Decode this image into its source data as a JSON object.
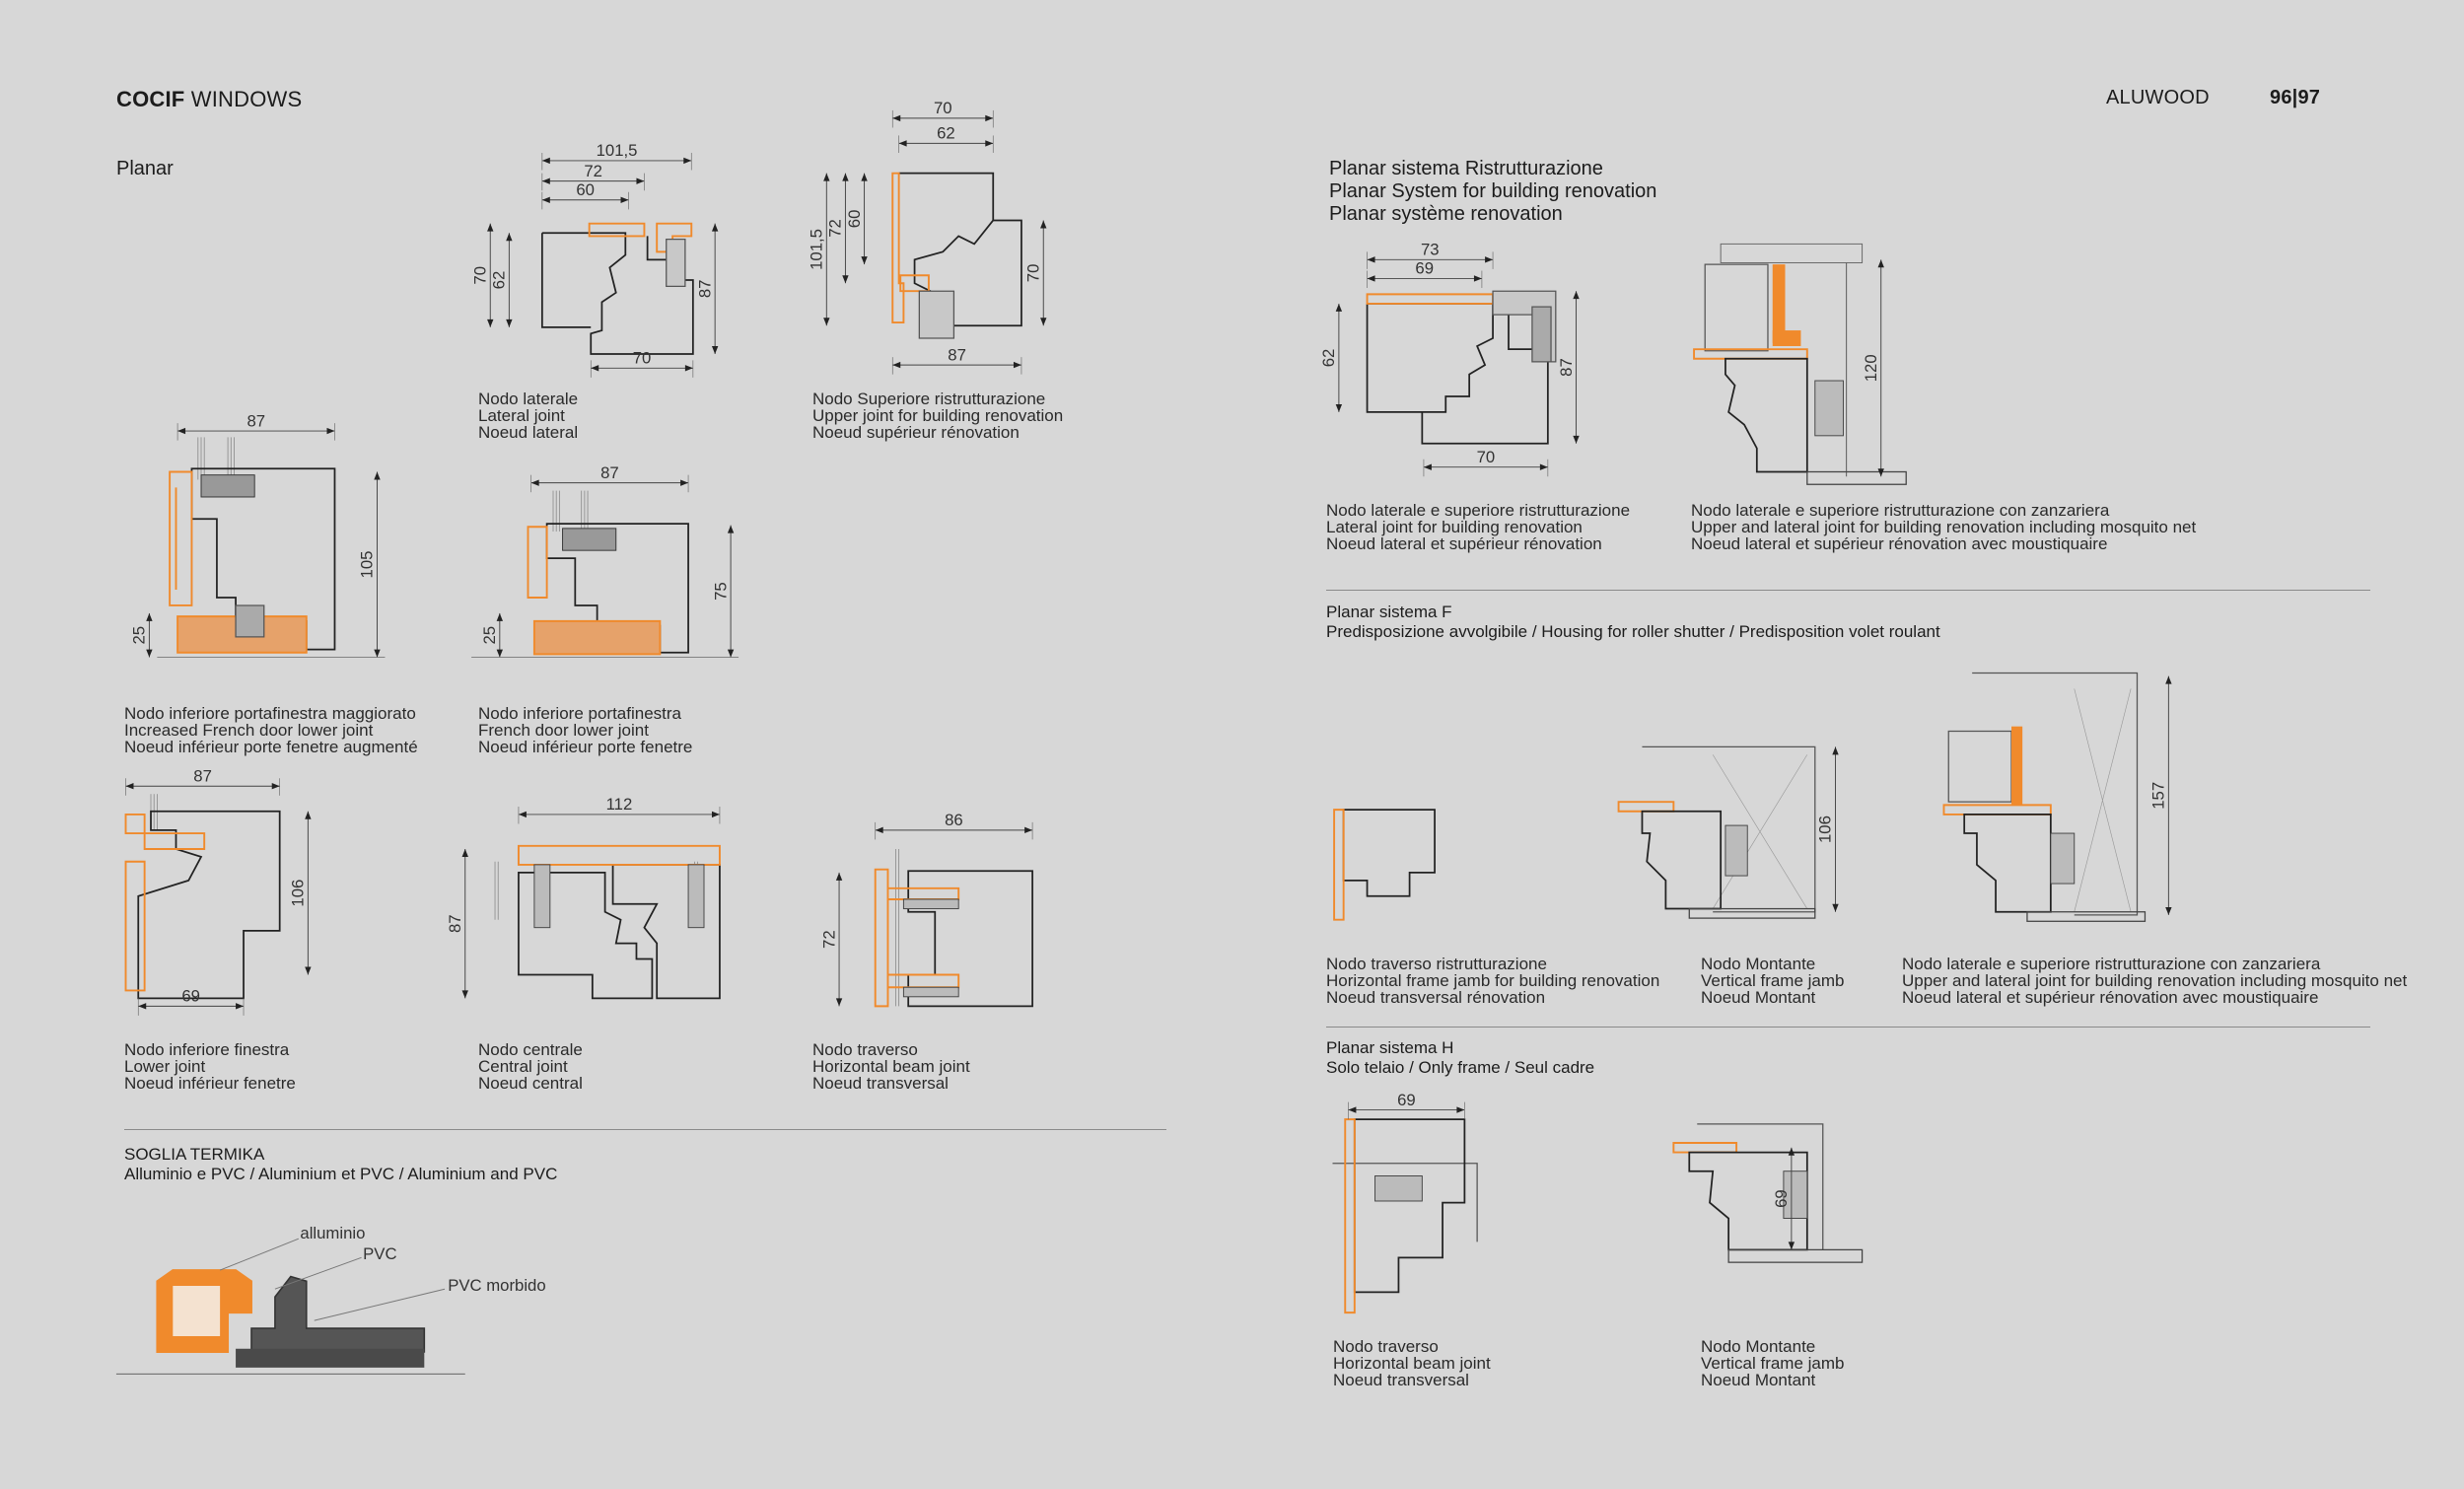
{
  "header": {
    "brand_bold": "COCIF",
    "brand_light": "WINDOWS",
    "collection": "ALUWOOD",
    "pages": "96|97"
  },
  "left": {
    "section_title": "Planar",
    "drawings": {
      "nodo_laterale": {
        "caption": [
          "Nodo laterale",
          "Lateral joint",
          "Noeud lateral"
        ],
        "dims": [
          "101,5",
          "72",
          "60",
          "70",
          "62",
          "87",
          "70"
        ]
      },
      "nodo_superiore": {
        "caption": [
          "Nodo Superiore ristrutturazione",
          "Upper joint for building renovation",
          "Noeud supérieur rénovation"
        ],
        "dims": [
          "70",
          "62",
          "101,5",
          "72",
          "60",
          "70",
          "87"
        ]
      },
      "inferiore_maggiorato": {
        "caption": [
          "Nodo inferiore portafinestra maggiorato",
          "Increased French door lower joint",
          "Noeud inférieur porte fenetre augmenté"
        ],
        "dims": [
          "87",
          "105",
          "25"
        ]
      },
      "inferiore_portafinestra": {
        "caption": [
          "Nodo inferiore portafinestra",
          "French door lower joint",
          "Noeud inférieur porte fenetre"
        ],
        "dims": [
          "87",
          "75",
          "25"
        ]
      },
      "inferiore_finestra": {
        "caption": [
          "Nodo inferiore finestra",
          "Lower joint",
          "Noeud inférieur fenetre"
        ],
        "dims": [
          "87",
          "106",
          "69"
        ]
      },
      "nodo_centrale": {
        "caption": [
          "Nodo centrale",
          "Central joint",
          "Noeud central"
        ],
        "dims": [
          "112",
          "87"
        ]
      },
      "nodo_traverso": {
        "caption": [
          "Nodo traverso",
          "Horizontal beam joint",
          "Noeud transversal"
        ],
        "dims": [
          "86",
          "72"
        ]
      }
    },
    "soglia": {
      "title": "SOGLIA TERMIKA",
      "subtitle": "Alluminio e PVC / Aluminium et PVC / Aluminium and PVC",
      "labels": [
        "alluminio",
        "PVC",
        "PVC morbido"
      ]
    }
  },
  "right": {
    "renovation": {
      "title": [
        "Planar sistema Ristrutturazione",
        "Planar System for building renovation",
        "Planar système renovation"
      ],
      "drawings": {
        "laterale_superiore": {
          "caption": [
            "Nodo laterale e superiore ristrutturazione",
            "Lateral joint for building renovation",
            "Noeud lateral et supérieur rénovation"
          ],
          "dims": [
            "73",
            "69",
            "62",
            "87",
            "70"
          ]
        },
        "zanzariera": {
          "caption": [
            "Nodo laterale e superiore ristrutturazione con zanzariera",
            "Upper and lateral joint for building renovation including mosquito net",
            "Noeud lateral et supérieur rénovation avec moustiquaire"
          ],
          "dims": [
            "120"
          ]
        }
      }
    },
    "sistema_f": {
      "title": "Planar sistema F",
      "subtitle": "Predisposizione avvolgibile / Housing for roller shutter / Predisposition volet roulant",
      "drawings": {
        "traverso_ristrutturazione": {
          "caption": [
            "Nodo traverso ristrutturazione",
            "Horizontal frame jamb for building renovation",
            "Noeud transversal rénovation"
          ],
          "dims": []
        },
        "montante": {
          "caption": [
            "Nodo Montante",
            "Vertical frame jamb",
            "Noeud Montant"
          ],
          "dims": [
            "106"
          ]
        },
        "zanzariera": {
          "caption": [
            "Nodo laterale e superiore ristrutturazione con zanzariera",
            "Upper and lateral joint for building renovation including mosquito net",
            "Noeud lateral et supérieur rénovation avec moustiquaire"
          ],
          "dims": [
            "157"
          ]
        }
      }
    },
    "sistema_h": {
      "title": "Planar sistema H",
      "subtitle": "Solo telaio / Only frame / Seul cadre",
      "drawings": {
        "traverso": {
          "caption": [
            "Nodo traverso",
            "Horizontal beam joint",
            "Noeud transversal"
          ],
          "dims": [
            "69"
          ]
        },
        "montante": {
          "caption": [
            "Nodo Montante",
            "Vertical frame jamb",
            "Noeud Montant"
          ],
          "dims": [
            "69"
          ]
        }
      }
    }
  },
  "colors": {
    "aluminium": "#f08a2c",
    "wood_line": "#222222",
    "gasket": "#555555",
    "background": "#d7d7d7"
  }
}
